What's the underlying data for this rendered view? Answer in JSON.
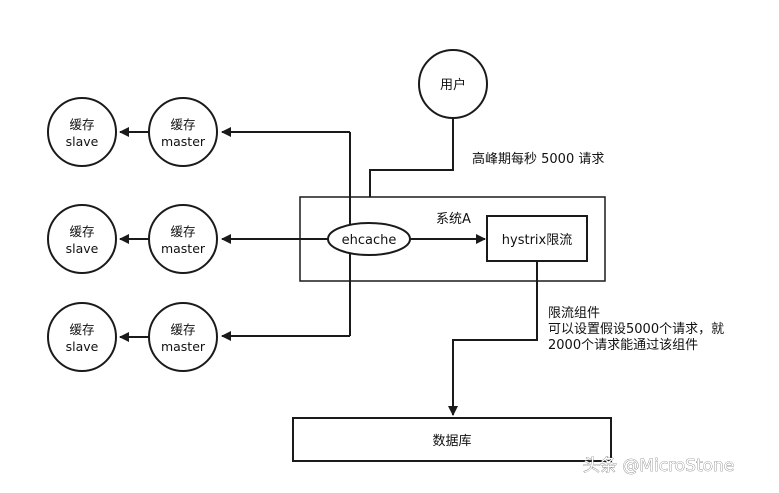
{
  "nodes": {
    "user": "用户",
    "ehcache": "ehcache",
    "hystrix": "hystrix限流",
    "system_label": "系统A",
    "database": "数据库"
  },
  "cache_groups": [
    {
      "master_line1": "缓存",
      "master_line2": "master",
      "slave_line1": "缓存",
      "slave_line2": "slave"
    },
    {
      "master_line1": "缓存",
      "master_line2": "master",
      "slave_line1": "缓存",
      "slave_line2": "slave"
    },
    {
      "master_line1": "缓存",
      "master_line2": "master",
      "slave_line1": "缓存",
      "slave_line2": "slave"
    }
  ],
  "annotations": {
    "traffic": "高峰期每秒 5000 请求",
    "limit_lines": [
      "限流组件",
      "可以设置假设5000个请求，就",
      "2000个请求能通过该组件"
    ]
  },
  "watermark": "头条 @MicroStone",
  "colors": {
    "stroke": "#1a1a1a",
    "fill": "#ffffff"
  }
}
